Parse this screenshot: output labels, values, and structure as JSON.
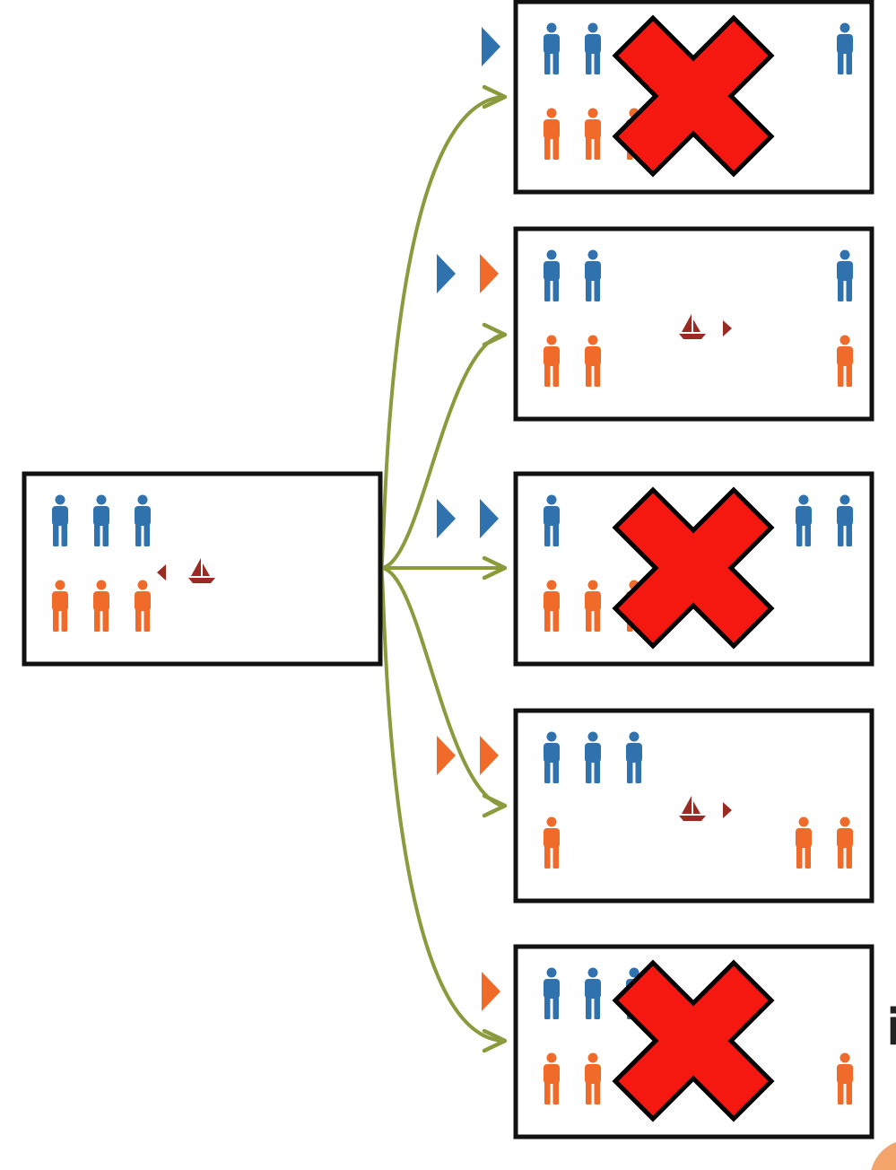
{
  "colors": {
    "background": "#ffffff",
    "frame": "#111111",
    "arrow": "#8a9a3c",
    "blue_person": "#2f72ae",
    "orange_person": "#f06a2a",
    "boat": "#9a2b22",
    "cross_fill": "#f41810",
    "cross_outline": "#000000",
    "corner_blob": "#f2a46a"
  },
  "diagram": {
    "start_state": {
      "left_blue": 3,
      "left_orange": 3,
      "right_blue": 0,
      "right_orange": 0,
      "boat_side": "left"
    },
    "moves": [
      {
        "carried": [
          "blue"
        ],
        "result": {
          "left_blue": 2,
          "left_orange": 3,
          "right_blue": 1,
          "right_orange": 0,
          "boat_side": "right"
        },
        "rejected": true
      },
      {
        "carried": [
          "blue",
          "orange"
        ],
        "result": {
          "left_blue": 2,
          "left_orange": 2,
          "right_blue": 1,
          "right_orange": 1,
          "boat_side": "right"
        },
        "rejected": false
      },
      {
        "carried": [
          "blue",
          "blue"
        ],
        "result": {
          "left_blue": 1,
          "left_orange": 3,
          "right_blue": 2,
          "right_orange": 0,
          "boat_side": "right"
        },
        "rejected": true
      },
      {
        "carried": [
          "orange",
          "orange"
        ],
        "result": {
          "left_blue": 3,
          "left_orange": 1,
          "right_blue": 0,
          "right_orange": 2,
          "boat_side": "right"
        },
        "rejected": false
      },
      {
        "carried": [
          "orange"
        ],
        "result": {
          "left_blue": 3,
          "left_orange": 2,
          "right_blue": 0,
          "right_orange": 1,
          "boat_side": "right"
        },
        "rejected": true
      }
    ]
  },
  "edge_text": "i"
}
